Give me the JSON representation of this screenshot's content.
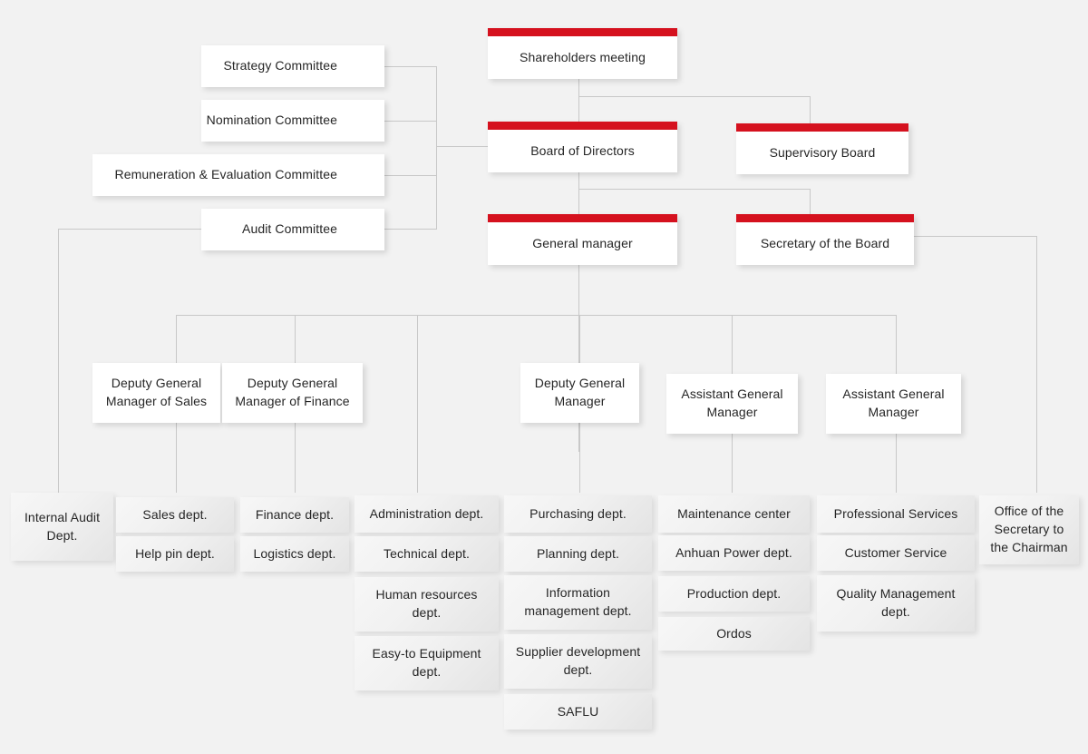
{
  "meta": {
    "title": "Corporate Governance Organizational Chart",
    "background_color": "#f2f2f2",
    "accent_color": "#d5111e",
    "line_color": "#c8c8c8",
    "text_color": "#262626"
  },
  "governance": {
    "shareholders_meeting": "Shareholders meeting",
    "board_of_directors": "Board of Directors",
    "supervisory_board": "Supervisory Board",
    "general_manager": "General manager",
    "secretary_of_the_board": "Secretary of the Board"
  },
  "committees": [
    {
      "label": "Strategy Committee"
    },
    {
      "label": "Nomination Committee"
    },
    {
      "label": "Remuneration & Evaluation Committee"
    },
    {
      "label": "Audit Committee"
    }
  ],
  "managers": [
    {
      "label": "Deputy General Manager of Sales"
    },
    {
      "label": "Deputy General Manager of Finance"
    },
    {
      "label": "Deputy General Manager"
    },
    {
      "label": "Assistant General Manager"
    },
    {
      "label": "Assistant General Manager"
    }
  ],
  "departments": {
    "audit": [
      {
        "label": "Internal Audit Dept."
      }
    ],
    "sales": [
      {
        "label": "Sales dept."
      },
      {
        "label": "Help pin dept."
      }
    ],
    "finance": [
      {
        "label": "Finance dept."
      },
      {
        "label": "Logistics dept."
      }
    ],
    "administration": [
      {
        "label": "Administration dept."
      },
      {
        "label": "Technical dept."
      },
      {
        "label": "Human resources dept."
      },
      {
        "label": "Easy-to Equipment dept."
      }
    ],
    "purchasing": [
      {
        "label": "Purchasing dept."
      },
      {
        "label": "Planning dept."
      },
      {
        "label": "Information management dept."
      },
      {
        "label": "Supplier development dept."
      },
      {
        "label": "SAFLU"
      }
    ],
    "maintenance": [
      {
        "label": "Maintenance center"
      },
      {
        "label": "Anhuan Power dept."
      },
      {
        "label": "Production dept."
      },
      {
        "label": "Ordos"
      }
    ],
    "services": [
      {
        "label": "Professional Services"
      },
      {
        "label": "Customer Service"
      },
      {
        "label": "Quality Management dept."
      }
    ],
    "chairman_office": [
      {
        "label": "Office of the Secretary to the Chairman"
      }
    ]
  }
}
